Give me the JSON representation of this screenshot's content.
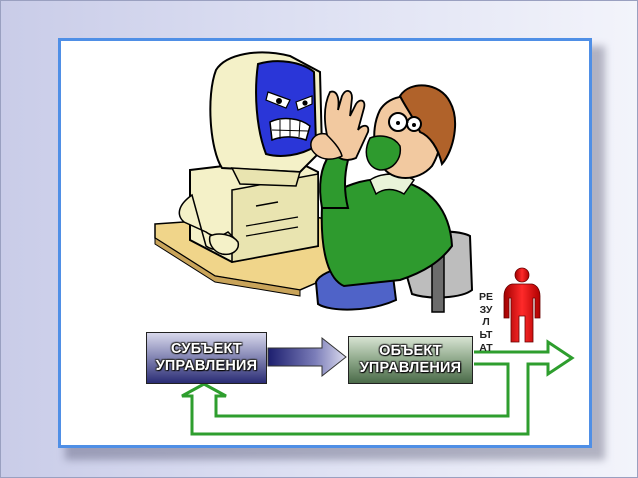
{
  "diagram": {
    "subject": {
      "line1": "СУБЪЕКТ",
      "line2": "УПРАВЛЕНИЯ"
    },
    "object": {
      "line1": "ОБЪЕКТ",
      "line2": "УПРАВЛЕНИЯ"
    },
    "result_label": "РЕЗУЛЬТАТ"
  },
  "colors": {
    "panel_border": "#4f8fe6",
    "feedback_arrow": "#2e9e2e",
    "monitor_screen": "#2a36d8",
    "person_shirt": "#2e9a2e",
    "result_person": "#e01010",
    "desk": "#f0d58a"
  },
  "icons": [
    "angry-computer-icon",
    "frightened-user-icon",
    "red-person-icon"
  ]
}
